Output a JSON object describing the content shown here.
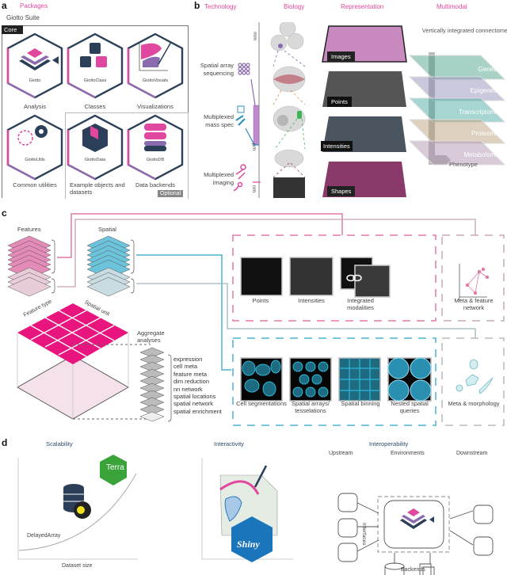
{
  "panels": {
    "a": {
      "label": "a",
      "title": "Packages",
      "suite": "Giotto Suite",
      "core_label": "Core",
      "optional_label": "Optional",
      "packages": [
        {
          "name": "Giotto",
          "caption": "Analysis",
          "icon": "layers-icon"
        },
        {
          "name": "GiottoClass",
          "caption": "Classes",
          "icon": "cubes-icon"
        },
        {
          "name": "GiottoVisuals",
          "caption": "Visualizations",
          "icon": "brush-plot-icon"
        },
        {
          "name": "GiottoUtils",
          "caption": "Common utilities",
          "icon": "gears-icon"
        },
        {
          "name": "GiottoData",
          "caption": "Example objects and datasets",
          "icon": "box-icon"
        },
        {
          "name": "GiottoDB",
          "caption": "Data backends",
          "icon": "database-icon"
        }
      ]
    },
    "b": {
      "label": "b",
      "columns": [
        "Technology",
        "Biology",
        "Representation",
        "Multimodal"
      ],
      "technologies": [
        "Spatial array sequencing",
        "Multiplexed mass spec",
        "Multiplexed imaging"
      ],
      "scale_labels": [
        "mm",
        "µm",
        "nm"
      ],
      "representations": [
        "Images",
        "Points",
        "Intensities",
        "Shapes"
      ],
      "multimodal_title": "Vertically integrated connectome",
      "layers": [
        {
          "name": "Genetics",
          "color": "#3f9b80"
        },
        {
          "name": "Epigenetics",
          "color": "#8a86b4"
        },
        {
          "name": "Transcriptomics",
          "color": "#3aa39a"
        },
        {
          "name": "Proteomics",
          "color": "#b59a72"
        },
        {
          "name": "Metabolomics",
          "color": "#a98aaa"
        }
      ],
      "phenotype": "Phenotype"
    },
    "c": {
      "label": "c",
      "features_label": "Features",
      "spatial_label": "Spatial",
      "feature_type": "Feature type",
      "spatial_unit": "Spatial unit",
      "aggregate_title": "Aggregate analyses",
      "aggregate_items": [
        "expression",
        "cell meta",
        "feature meta",
        "dim reduction",
        "nn network",
        "spatial locations",
        "spatial network",
        "spatial enrichment"
      ],
      "feature_reps": [
        "Points",
        "Intensities",
        "Integrated modalities"
      ],
      "feature_meta": "Meta & feature network",
      "spatial_reps": [
        "Cell segmentations",
        "Spatial arrays/ tesselations",
        "Spatial binning",
        "Nested spatial queries"
      ],
      "spatial_meta": "Meta & morphology"
    },
    "d": {
      "label": "d",
      "scalability": {
        "title": "Scalability",
        "xlabel": "Dataset size",
        "delayed": "DelayedArray",
        "terra": "Terra"
      },
      "interactivity": {
        "title": "Interactivity",
        "shiny": "Shiny"
      },
      "interoperability": {
        "title": "Interoperability",
        "upstream": "Upstream",
        "environments": "Environments",
        "downstream": "Downstream",
        "interfaces": "Interfaces",
        "backends": "Backends"
      }
    }
  },
  "colors": {
    "pink": "#e0479e",
    "navy": "#2b3f59",
    "purple": "#8a6bb0",
    "cyan": "#4ab3d1",
    "grey": "#9a9a9a"
  }
}
